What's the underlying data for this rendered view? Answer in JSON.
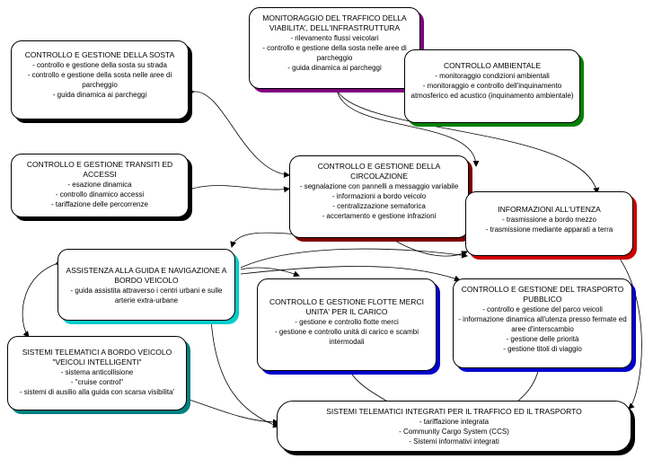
{
  "colors": {
    "shadow_black": "#000000",
    "shadow_purple": "#800080",
    "shadow_green": "#008000",
    "shadow_red": "#cc0000",
    "shadow_darkred": "#800000",
    "shadow_blue": "#0000cc",
    "shadow_cyan": "#00cccc",
    "shadow_teal": "#008080"
  },
  "nodes": {
    "monitoraggio": {
      "title": "MONITORAGGIO DEL TRAFFICO DELLA VIABILITA', DELL'INFRASTRUTTURA",
      "items": [
        "- rilevamento flussi veicolari",
        "- controllo e gestione della sosta nelle aree di parcheggio",
        "- guida dinamica ai parcheggi"
      ]
    },
    "ambientale": {
      "title": "CONTROLLO AMBIENTALE",
      "items": [
        "- monitoraggio condizioni ambientali",
        "- monitoraggio e controllo dell'inquinamento atmosferico ed acustico (inquinamento ambientale)"
      ]
    },
    "sosta": {
      "title": "CONTROLLO E GESTIONE DELLA SOSTA",
      "items": [
        "- controllo e gestione della sosta su strada",
        "- controllo e gestione della sosta nelle aree di parcheggio",
        "- guida dinamica ai parcheggi"
      ]
    },
    "transiti": {
      "title": "CONTROLLO E GESTIONE TRANSITI ED ACCESSI",
      "items": [
        "- esazione dinamica",
        "- controllo dinamico accessi",
        "- tariffazione delle percorrenze"
      ]
    },
    "circolazione": {
      "title": "CONTROLLO E GESTIONE DELLA CIRCOLAZIONE",
      "items": [
        "- segnalazione con pannelli a messaggio variabile",
        "- informazioni a bordo veicolo",
        "- centralizzazione semaforica",
        "- accertamento e gestione infrazioni"
      ]
    },
    "informazioni": {
      "title": "INFORMAZIONI ALL'UTENZA",
      "items": [
        "- trasmissione a bordo mezzo",
        "- trasmissione mediante apparati a terra"
      ]
    },
    "assistenza": {
      "title": "ASSISTENZA ALLA GUIDA E NAVIGAZIONE A BORDO VEICOLO",
      "items": [
        "- guida assistita attraverso i centri urbani e sulle arterie extra-urbane"
      ]
    },
    "flotte": {
      "title": "CONTROLLO E GESTIONE FLOTTE MERCI UNITA' PER IL CARICO",
      "items": [
        "- gestione e controllo flotte merci",
        "- gestione e controllo unità di carico e scambi intermodali"
      ]
    },
    "trasporto_pubblico": {
      "title": "CONTROLLO E GESTIONE DEL TRASPORTO PUBBLICO",
      "items": [
        "- controllo e gestione del parco veicoli",
        "- informazione dinamica all'utenza presso fermate ed aree d'interscambio",
        "- gestione delle priorità",
        "- gestione titoli di viaggio"
      ]
    },
    "bordo_veicolo": {
      "title": "SISTEMI TELEMATICI A BORDO VEICOLO \"VEICOLI INTELLIGENTI\"",
      "items": [
        "- sistema anticollisione",
        "- \"cruise control\"",
        "- sistemi di ausilio alla guida con scarsa visibilita'"
      ]
    },
    "integrati": {
      "title": "SISTEMI TELEMATICI INTEGRATI PER IL TRAFFICO ED IL TRASPORTO",
      "items": [
        "- tariffazione integrata",
        "- Community Cargo System (CCS)",
        "- Sistemi informativi integrati"
      ]
    }
  }
}
